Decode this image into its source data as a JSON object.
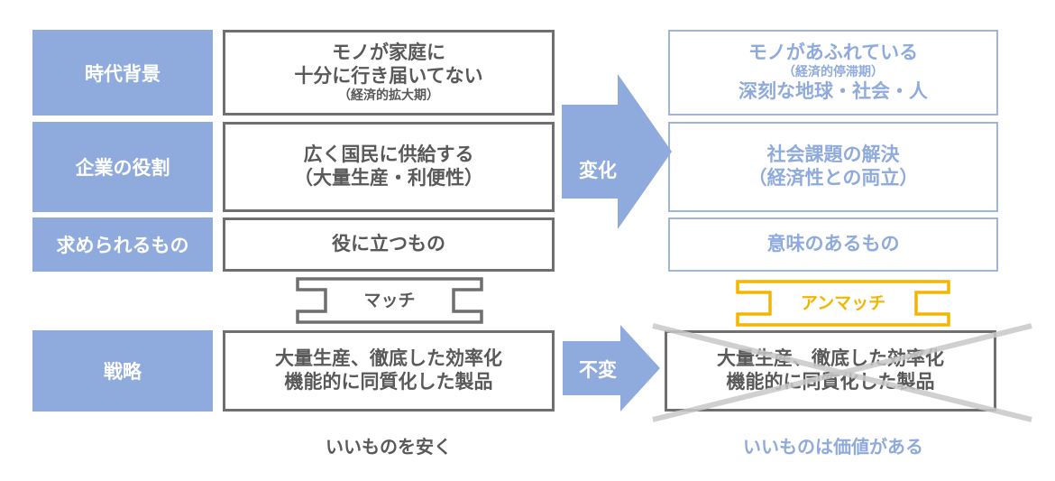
{
  "categories": {
    "era": "時代背景",
    "role": "企業の役割",
    "demand": "求められるもの",
    "strategy": "戦略"
  },
  "left": {
    "era_line1": "モノが家庭に",
    "era_line2": "十分に行き届いてない",
    "era_sub": "（経済的拡大期）",
    "role_line1": "広く国民に供給する",
    "role_line2": "（大量生産・利便性）",
    "demand": "役に立つもの",
    "match_label": "マッチ",
    "strategy_line1": "大量生産、徹底した効率化",
    "strategy_line2": "機能的に同質化した製品",
    "caption": "いいものを安く"
  },
  "right": {
    "era_line1": "モノがあふれている",
    "era_sub": "（経済的停滞期）",
    "era_line2": "深刻な地球・社会・人",
    "role_line1": "社会課題の解決",
    "role_line2": "（経済性との両立）",
    "demand": "意味のあるもの",
    "mismatch_label": "アンマッチ",
    "strategy_line1": "大量生産、徹底した効率化",
    "strategy_line2": "機能的に同質化した製品",
    "caption": "いいものは価値がある"
  },
  "arrows": {
    "change": "変化",
    "unchanged": "不変"
  },
  "colors": {
    "category_fill": "#8faadc",
    "text_gray": "#595959",
    "border_gray": "#6f6f6f",
    "right_blue": "#8faadc",
    "mismatch_gold": "#f2b500",
    "cross_gray": "#c8c8c8"
  }
}
